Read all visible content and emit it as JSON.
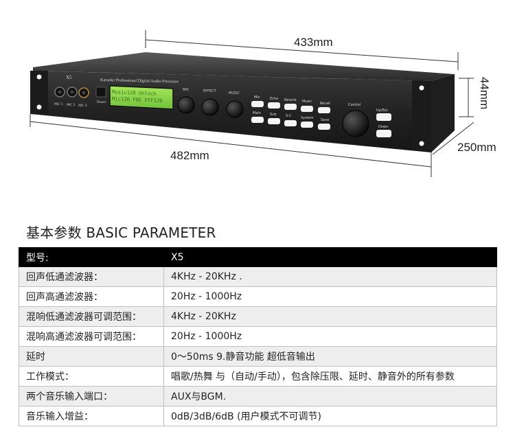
{
  "dimensions": {
    "width": "433mm",
    "height": "44mm",
    "front_width": "482mm",
    "depth": "250mm"
  },
  "device": {
    "model": "X5",
    "brand_text": "Karaoke Professional Digital Audio Processor",
    "mic_labels": [
      "MIC 1",
      "MIC 2",
      "MIC 3"
    ],
    "display_lines": [
      "Music120  Unlock",
      "Mic136  F8E  EFF120"
    ],
    "power_label": "Power",
    "knob_labels": [
      "MIC",
      "EFFECT",
      "MUSIC"
    ],
    "button_row1": [
      "Mic",
      "Echo",
      "Reverb",
      "Music",
      "Recall"
    ],
    "button_row2": [
      "Main",
      "Sub",
      "S-C",
      "System",
      "Save"
    ],
    "control_label": "Control",
    "nav_labels": [
      "Up/Esc",
      "Down"
    ],
    "colors": {
      "lcd": "#8fd94a",
      "chassis": "#2b2b2b",
      "button": "#f4f4f4"
    }
  },
  "spec": {
    "heading": "基本参数 BASIC PARAMETER",
    "header": {
      "key": "型号:",
      "value": "X5"
    },
    "rows": [
      {
        "key": "回声低通滤波器：",
        "value": "4KHz - 20KHz ."
      },
      {
        "key": "回声高通滤波器：",
        "value": "20Hz - 1000Hz"
      },
      {
        "key": "混响低通滤波器可调范围：",
        "value": "4KHz - 20KHz"
      },
      {
        "key": "混响高通滤波器可调范围：",
        "value": "20Hz - 1000Hz"
      },
      {
        "key": "延时",
        "value": "0～50ms 9.静音功能 超低音输出"
      },
      {
        "key": "工作模式：",
        "value": "唱歌/热舞 与（自动/手动），包含除压限、延时、静音外的所有参数"
      },
      {
        "key": "两个音乐输入端口：",
        "value": "AUX与BGM."
      },
      {
        "key": "音乐输入增益：",
        "value": "0dB/3dB/6dB (用户模式不可调节)"
      }
    ]
  }
}
